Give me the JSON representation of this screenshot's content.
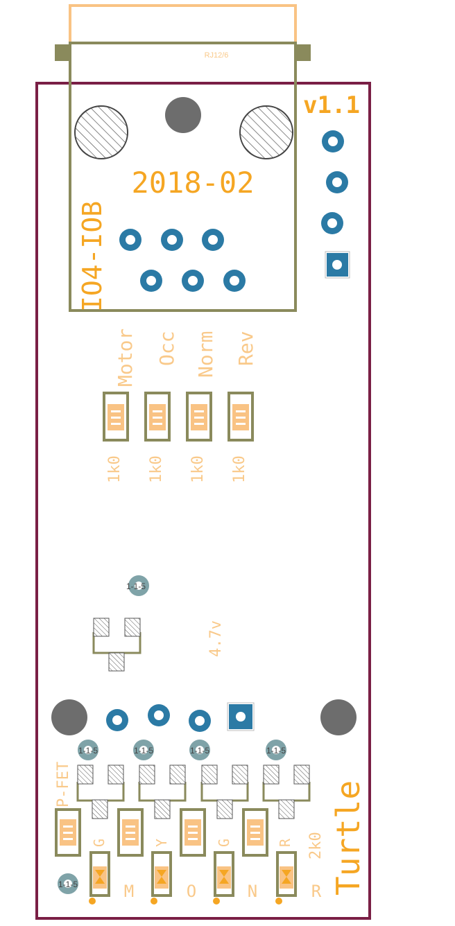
{
  "colors": {
    "board_outline": "#7a1f45",
    "silk": "#8a8a5c",
    "label": "#f5a623",
    "label_light": "#f9c98a",
    "pad_blue": "#2b7aa5",
    "pad_light": "#7fa3a8",
    "mount_hole": "#6d6d6d",
    "plug": "#f9c384"
  },
  "board": {
    "version": "v1.1",
    "date": "2018-02",
    "name": "IO4-IOB",
    "brand": "Turtle"
  },
  "connector": {
    "label": "RJ12/6"
  },
  "led_labels": [
    "Motor",
    "Occ",
    "Norm",
    "Rev"
  ],
  "resistor_values": [
    "1k0",
    "1k0",
    "1k0",
    "1k0"
  ],
  "zener_label": "4.7v",
  "transistor_label": "1-1-5",
  "fet_label": "P-FET",
  "bottom_resistor_value": "2k0",
  "bottom_led_letters": [
    "G",
    "Y",
    "G",
    "R"
  ],
  "output_letters": [
    "M",
    "O",
    "N",
    "R"
  ]
}
